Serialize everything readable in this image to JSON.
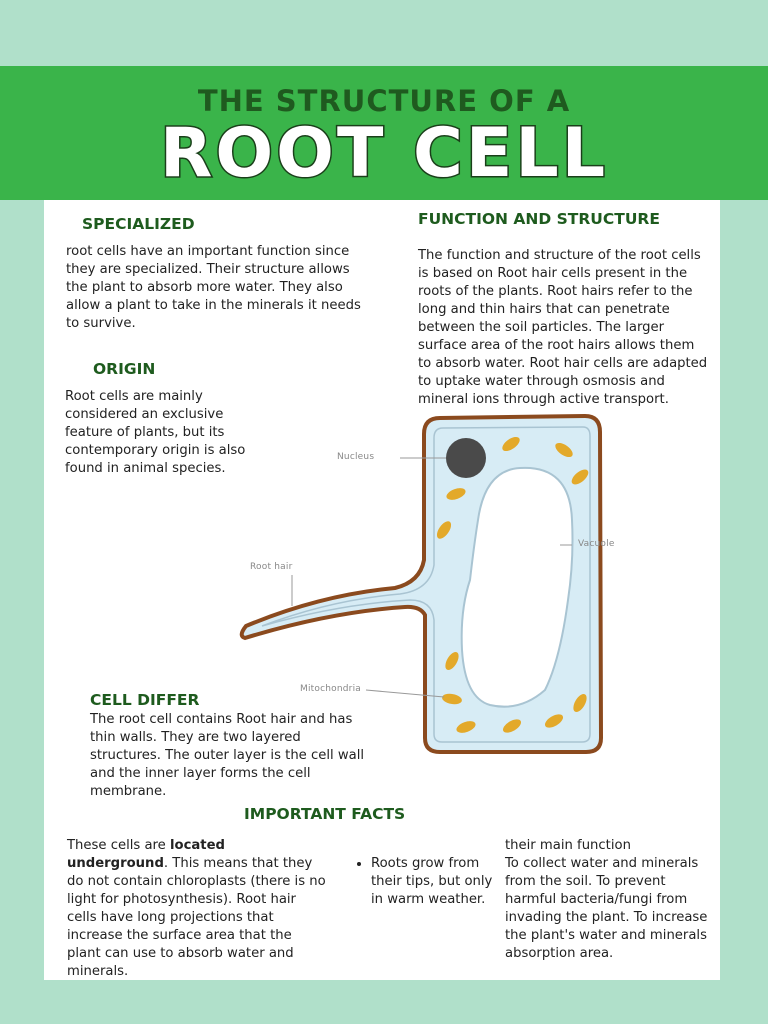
{
  "header": {
    "subtitle": "THE STRUCTURE OF A",
    "title": "ROOT CELL"
  },
  "sections": {
    "specialized": {
      "heading": "SPECIALIZED",
      "body": "root cells have an important function since they are specialized. Their structure allows the plant to absorb more water. They also allow a plant to take in the minerals it needs to survive."
    },
    "origin": {
      "heading": "ORIGIN",
      "body": "Root cells are mainly considered an exclusive feature of plants, but its contemporary origin is also found in animal species."
    },
    "function": {
      "heading": "FUNCTION AND STRUCTURE",
      "body": "The function and structure of the root cells is based on Root hair cells present in the roots of the plants. Root hairs refer to the long and thin hairs that can penetrate between the soil particles. The larger surface area of the root hairs allows them to absorb water. Root hair cells are adapted to uptake water through osmosis and mineral ions through active transport."
    },
    "cell_differ": {
      "heading": "CELL DIFFER",
      "body": "The root cell contains Root hair and has thin walls. They are two layered structures. The outer layer is the cell wall and the inner layer forms the cell membrane."
    },
    "important_facts": {
      "heading": "IMPORTANT FACTS",
      "col1_before": "These cells are ",
      "col1_bold": "located underground",
      "col1_after": ". This means that they do not contain chloroplasts (there is no light for photosynthesis). Root hair cells have long projections that increase the surface area that the plant can use to absorb water and minerals.",
      "bullet": "Roots grow from their tips, but only in warm weather.",
      "col3_title": "their main function",
      "col3_body": "To collect water and minerals from the soil. To prevent harmful bacteria/fungi from invading the plant. To increase the plant's water and minerals absorption area."
    }
  },
  "diagram": {
    "labels": {
      "nucleus": "Nucleus",
      "vacuole": "Vacuole",
      "root_hair": "Root hair",
      "mitochondria": "Mitochondria"
    },
    "colors": {
      "wall": "#8b4a1e",
      "cytoplasm": "#d7ecf5",
      "membrane": "#9fb7c6",
      "mitochondria": "#e3a92a",
      "nucleus": "#4a4a4a"
    }
  }
}
